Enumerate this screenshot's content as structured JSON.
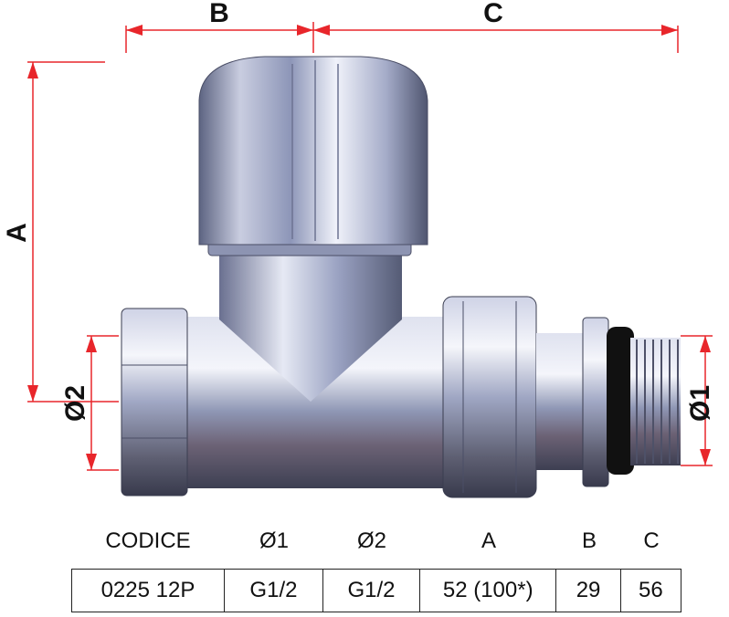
{
  "dimensions": {
    "a": "A",
    "b": "B",
    "c": "C",
    "d1": "Ø1",
    "d2": "Ø2"
  },
  "colors": {
    "dimension_line": "#e8262b",
    "metal_light": "#eef0f8",
    "metal_mid": "#9aa3c4",
    "metal_dark": "#4a5068",
    "gasket": "#111111"
  },
  "table": {
    "headers": [
      "CODICE",
      "Ø1",
      "Ø2",
      "A",
      "B",
      "C"
    ],
    "row": [
      "0225 12P",
      "G1/2",
      "G1/2",
      "52 (100*)",
      "29",
      "56"
    ]
  }
}
